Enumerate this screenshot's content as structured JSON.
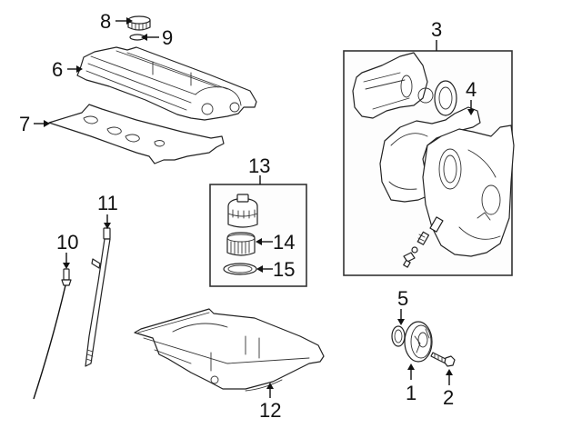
{
  "diagram": {
    "title": "",
    "callouts": [
      {
        "id": "1",
        "label": "1",
        "part": "crankshaft-pulley"
      },
      {
        "id": "2",
        "label": "2",
        "part": "pulley-bolt"
      },
      {
        "id": "3",
        "label": "3",
        "part": "timing-cover-assembly-box"
      },
      {
        "id": "4",
        "label": "4",
        "part": "timing-cover-gasket"
      },
      {
        "id": "5",
        "label": "5",
        "part": "crankshaft-seal"
      },
      {
        "id": "6",
        "label": "6",
        "part": "valve-cover"
      },
      {
        "id": "7",
        "label": "7",
        "part": "valve-cover-gasket"
      },
      {
        "id": "8",
        "label": "8",
        "part": "oil-filler-cap"
      },
      {
        "id": "9",
        "label": "9",
        "part": "filler-cap-seal"
      },
      {
        "id": "10",
        "label": "10",
        "part": "oil-dipstick"
      },
      {
        "id": "11",
        "label": "11",
        "part": "dipstick-tube"
      },
      {
        "id": "12",
        "label": "12",
        "part": "oil-pan"
      },
      {
        "id": "13",
        "label": "13",
        "part": "oil-filter-housing-box"
      },
      {
        "id": "14",
        "label": "14",
        "part": "oil-filter-element"
      },
      {
        "id": "15",
        "label": "15",
        "part": "filter-housing-o-ring"
      }
    ],
    "colors": {
      "line": "#222222",
      "background": "#ffffff",
      "box_fill": "#fdfdfd"
    }
  }
}
